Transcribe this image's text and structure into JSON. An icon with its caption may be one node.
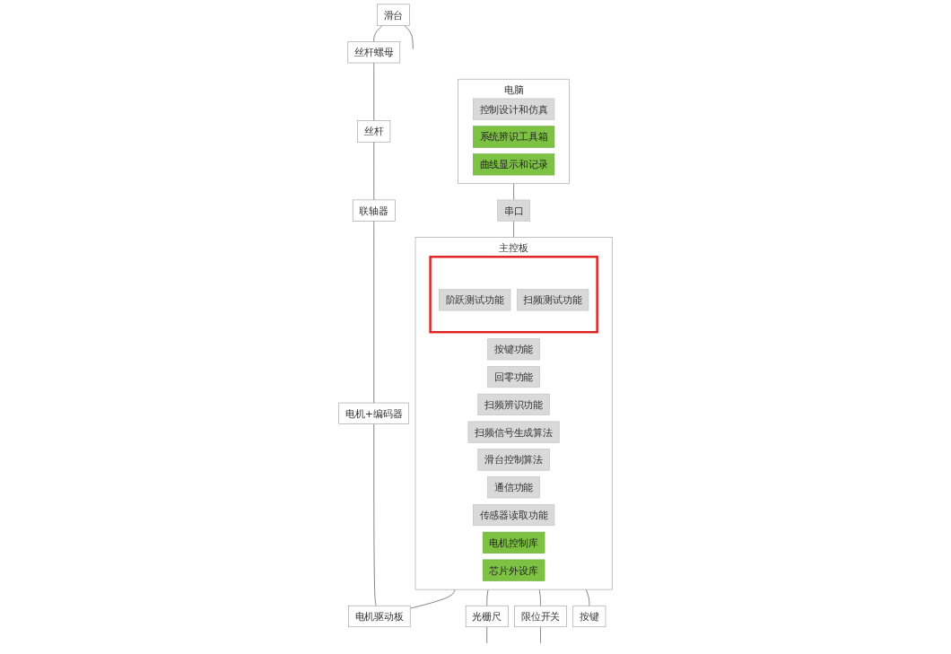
{
  "diagram": {
    "nodes": [
      {
        "text": [
          "电脑"
        ]
      },
      {
        "text": [
          "控制设计和仿真"
        ],
        "in": 0
      },
      {
        "text": [
          "系统辨识工具箱"
        ],
        "in": 0
      },
      {
        "text": [
          "曲线显示和记录"
        ],
        "in": 0
      },
      {
        "text": [
          "串口"
        ]
      },
      {
        "text": [
          "主控板"
        ]
      },
      {
        "text": [
          "按键功能"
        ],
        "in": 5
      },
      {
        "text": [
          "回零功能"
        ],
        "in": 5
      },
      {
        "text": [
          "扫频辨识功能"
        ],
        "in": 5
      },
      {
        "text": [],
        "shape": "box",
        "in": 5
      },
      {
        "text": [
          "阶跃测试功能"
        ],
        "in": 9
      },
      {
        "text": [
          "扫频测试功能"
        ],
        "in": 9
      },
      {
        "text": [
          "扫频信号生成算法"
        ],
        "in": 5
      },
      {
        "text": [
          "滑台控制算法"
        ],
        "in": 5
      },
      {
        "text": [
          "通信功能"
        ],
        "in": 5
      },
      {
        "text": [
          "传感器读取功能"
        ],
        "in": 5
      },
      {
        "text": [
          "电机控制库"
        ],
        "in": 5
      },
      {
        "text": [
          "芯片外设库"
        ],
        "in": 5
      },
      {
        "text": [
          "滑台"
        ]
      },
      {
        "text": [
          "丝杆螺母"
        ]
      },
      {
        "text": [
          "丝杆"
        ]
      },
      {
        "text": [
          "联轴器"
        ]
      },
      {
        "text": [
          "电机+编码器"
        ]
      },
      {
        "text": [
          "电机驱动板"
        ]
      },
      {
        "text": [
          "光栅尺"
        ]
      },
      {
        "text": [
          "限位开关"
        ]
      },
      {
        "text": [
          "按键"
        ]
      }
    ],
    "edges": [
      {
        "from": 0,
        "to": 4,
        "arrow": "none"
      },
      {
        "from": 4,
        "to": 5,
        "arrow": "none"
      },
      {
        "from": 18,
        "to": 19,
        "arrow": "none"
      },
      {
        "from": 19,
        "to": 20,
        "arrow": "none"
      },
      {
        "from": 20,
        "to": 21,
        "arrow": "none"
      },
      {
        "from": 21,
        "to": 22,
        "arrow": "none"
      },
      {
        "from": 22,
        "to": 23,
        "arrow": "none"
      },
      {
        "from": 5,
        "to": 23,
        "arrow": "none"
      },
      {
        "from": 5,
        "to": 24,
        "arrow": "none"
      },
      {
        "from": 5,
        "to": 25,
        "arrow": "none"
      },
      {
        "from": 5,
        "to": 26,
        "arrow": "none"
      },
      {
        "from": 18,
        "to": null,
        "arrow": "none"
      },
      {
        "from": 24,
        "to": null,
        "arrow": "none"
      },
      {
        "from": 25,
        "to": null,
        "arrow": "none"
      }
    ]
  }
}
